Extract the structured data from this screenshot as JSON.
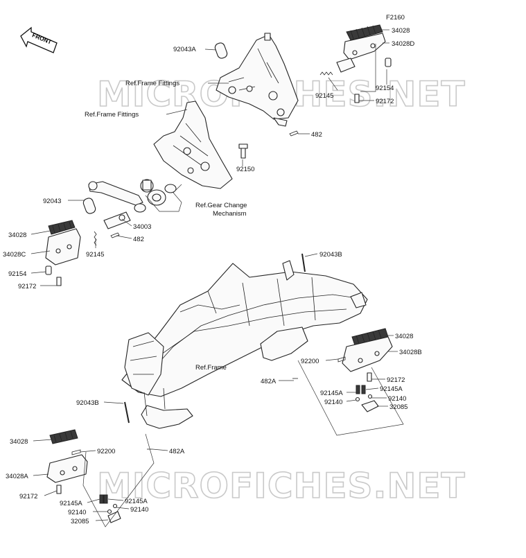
{
  "diagram": {
    "code": "F2160",
    "front_label": "FRONT",
    "watermark": "MICROFICHES.NET",
    "refs": {
      "frame_fittings_1": "Ref.Frame Fittings",
      "frame_fittings_2": "Ref.Frame Fittings",
      "gear_change_1": "Ref.Gear Change",
      "gear_change_2": "Mechanism",
      "frame": "Ref.Frame"
    },
    "parts": {
      "p92043A": "92043A",
      "p34028_tr": "34028",
      "p34028D": "34028D",
      "p92154_tr": "92154",
      "p92172_tr": "92172",
      "p92145_top": "92145",
      "p482_top": "482",
      "p92150": "92150",
      "p92043": "92043",
      "p34028_l": "34028",
      "p34003": "34003",
      "p482_l": "482",
      "p34028C": "34028C",
      "p92145_l": "92145",
      "p92154_l": "92154",
      "p92172_l": "92172",
      "p92043B_r": "92043B",
      "p34028_r": "34028",
      "p34028B": "34028B",
      "p92200_r": "92200",
      "p92172_r": "92172",
      "p482A_r": "482A",
      "p92145A_r1": "92145A",
      "p92145A_r2": "92145A",
      "p92140_r1": "92140",
      "p92140_r2": "92140",
      "p32085_r": "32085",
      "p92043B_l": "92043B",
      "p34028_bl": "34028",
      "p92200_bl": "92200",
      "p482A_bl": "482A",
      "p34028A": "34028A",
      "p92172_bl": "92172",
      "p92145A_bl1": "92145A",
      "p92145A_bl2": "92145A",
      "p92140_bl1": "92140",
      "p92140_bl2": "92140",
      "p32085_bl": "32085"
    }
  }
}
